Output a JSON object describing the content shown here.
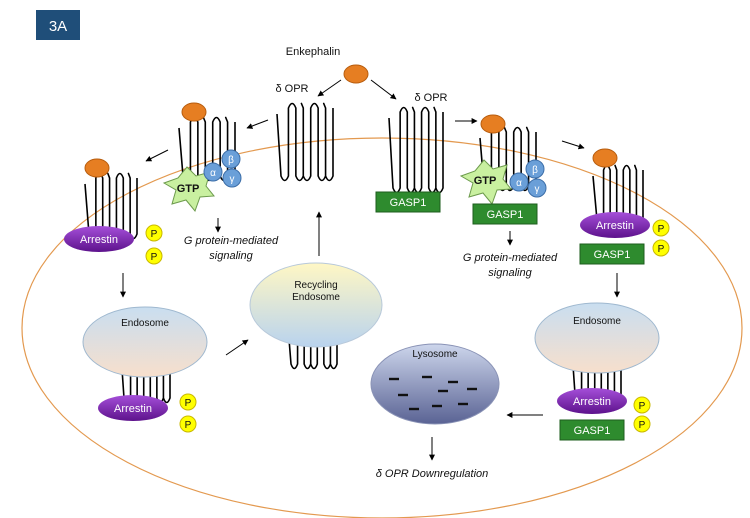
{
  "panel_label": "3A",
  "ligand": "Enkephalin",
  "receptor": "δ OPR",
  "g_protein": {
    "gtp": "GTP",
    "alpha": "α",
    "beta": "β",
    "gamma": "γ"
  },
  "signaling": [
    "G protein-mediated",
    "signaling"
  ],
  "arrestin": "Arrestin",
  "phospho": "P",
  "gasp1": "GASP1",
  "endosome": "Endosome",
  "recycling_endosome": [
    "Recycling",
    "Endosome"
  ],
  "lysosome": "Lysosome",
  "downregulation": "δ OPR Downregulation",
  "colors": {
    "panel_bg": "#1f4e79",
    "cell_membrane": "#e8a05a",
    "ligand": "#e67e22",
    "gtp_star": "#c9f0a0",
    "g_subunit": "#6a9fd8",
    "arrestin": "#7a1fb0",
    "phospho": "#ffff00",
    "gasp1": "#2e8b2e",
    "endosome_top": "#cfe3f3",
    "endosome_bottom": "#f7e0cf",
    "recycling_top": "#fff8c8",
    "recycling_bottom": "#bcd6f0",
    "lysosome_top": "#c7d1e8",
    "lysosome_bottom": "#5b6495"
  }
}
